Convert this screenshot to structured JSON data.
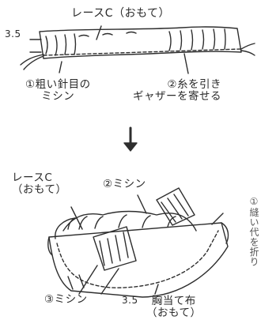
{
  "top": {
    "fabric_label": "レースC（おもて）",
    "dimension": "3.5",
    "step1": "①粗い針目の\nミシン",
    "step2": "②糸を引き\nギャザーを寄せる"
  },
  "bottom": {
    "fabric_label": "レースC\n（おもて）",
    "step2": "②ミシン",
    "side_note": "①縫い代を折り",
    "step3": "③ミシン",
    "dimension": "3.5",
    "bib_label": "胸当て布\n（おもて）"
  }
}
